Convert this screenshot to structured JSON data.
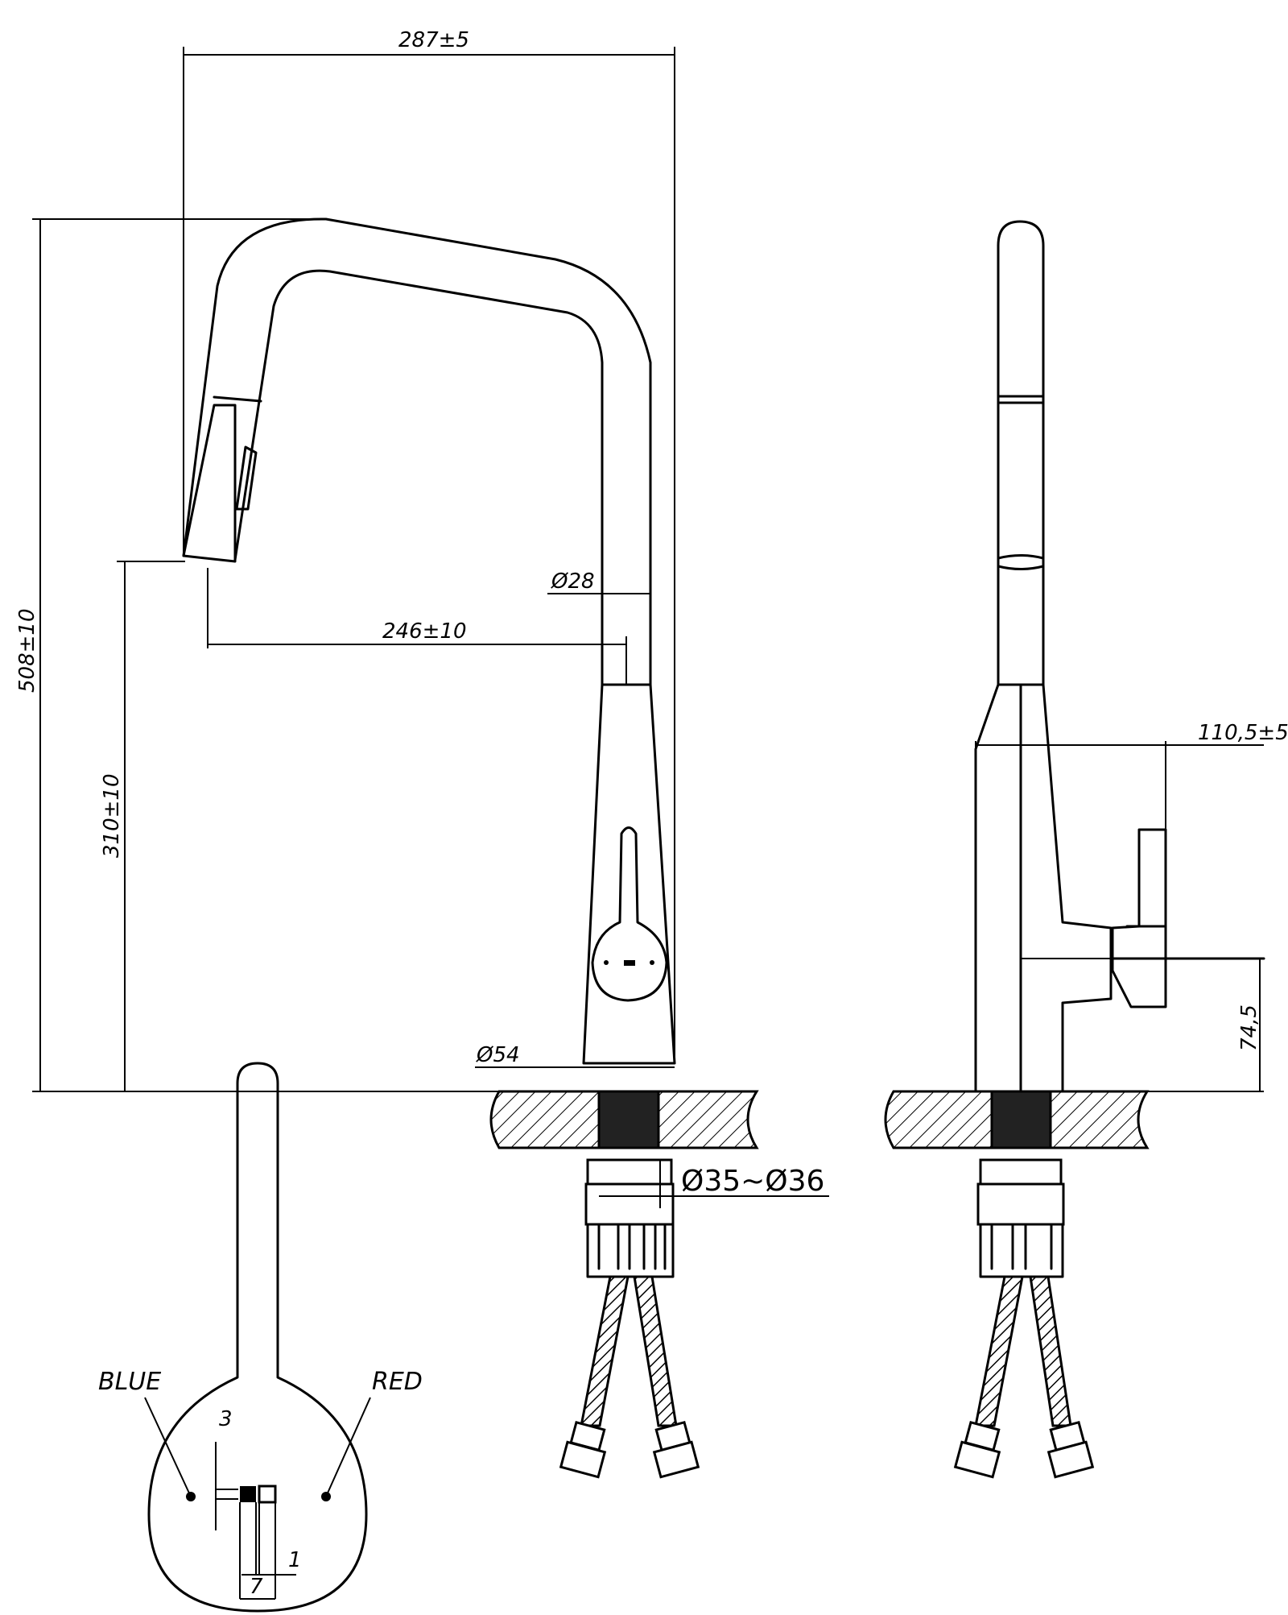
{
  "dimensions": {
    "overall_width": "287±5",
    "overall_height": "508±10",
    "spout_height": "310±10",
    "reach": "246±10",
    "spout_diameter": "Ø28",
    "base_diameter": "Ø54",
    "hole_diameter": "Ø35~Ø36",
    "side_depth": "110,5±5",
    "handle_height": "74,5",
    "slot_height": "3",
    "slot_gap": "1",
    "slot_width": "7"
  },
  "labels": {
    "cold": "BLUE",
    "hot": "RED"
  },
  "colors": {
    "line": "#000000",
    "background": "#ffffff"
  }
}
